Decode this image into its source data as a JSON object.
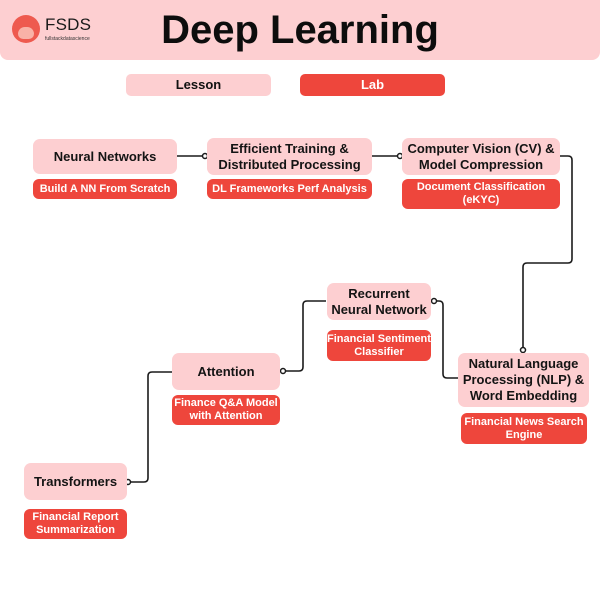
{
  "header": {
    "brand": "FSDS",
    "brand_sub": "fullstackdatascience",
    "title": "Deep Learning"
  },
  "legend": {
    "lesson_label": "Lesson",
    "lab_label": "Lab"
  },
  "colors": {
    "lesson": "#fdcfd1",
    "lab": "#ee463c",
    "connector": "#1a1a1a"
  },
  "modules": [
    {
      "lesson": "Neural Networks",
      "lab": "Build A NN From Scratch"
    },
    {
      "lesson": "Efficient Training & Distributed Processing",
      "lab": "DL Frameworks Perf Analysis"
    },
    {
      "lesson": "Computer Vision (CV) & Model Compression",
      "lab": "Document Classification (eKYC)"
    },
    {
      "lesson": "Natural Language Processing (NLP) & Word Embedding",
      "lab": "Financial News Search Engine"
    },
    {
      "lesson": "Recurrent Neural Network",
      "lab": "Financial Sentiment Classifier"
    },
    {
      "lesson": "Attention",
      "lab": "Finance Q&A Model with Attention"
    },
    {
      "lesson": "Transformers",
      "lab": "Financial Report Summarization"
    }
  ]
}
